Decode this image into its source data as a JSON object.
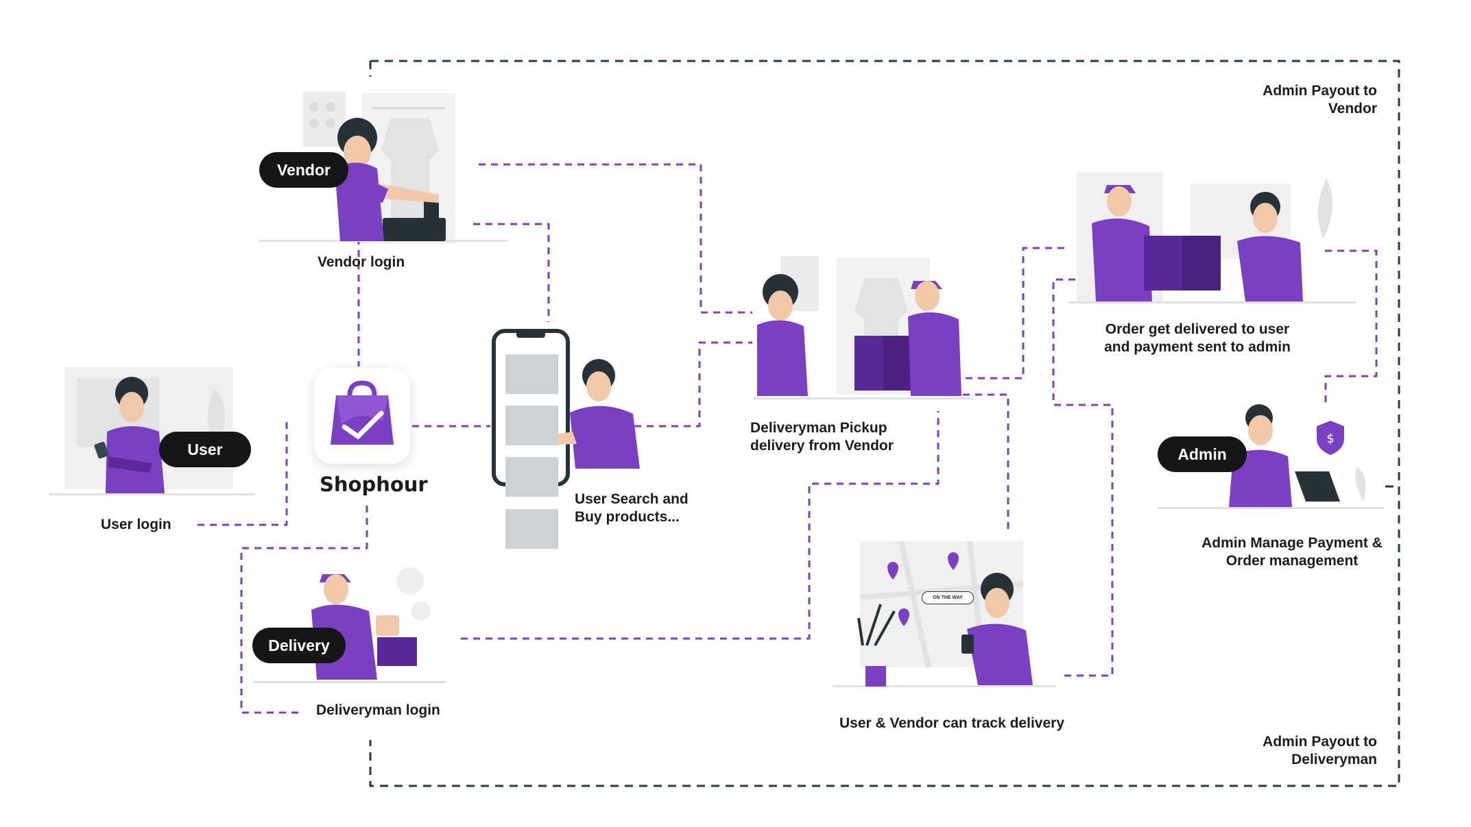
{
  "app": {
    "name": "Shophour"
  },
  "badges": {
    "vendor": "Vendor",
    "user": "User",
    "delivery": "Delivery",
    "admin": "Admin"
  },
  "steps": {
    "vendor_login": "Vendor login",
    "user_login": "User login",
    "delivery_login": "Deliveryman login",
    "user_search": [
      "User Search and",
      "Buy products..."
    ],
    "pickup": [
      "Deliveryman Pickup",
      "delivery from Vendor"
    ],
    "track": "User & Vendor can track delivery",
    "delivered": [
      "Order get delivered to user",
      "and payment sent to admin"
    ],
    "admin_manage": [
      "Admin Manage Payment &",
      "Order management"
    ],
    "payout_vendor": [
      "Admin Payout to",
      "Vendor"
    ],
    "payout_delivery": [
      "Admin Payout to",
      "Deliveryman"
    ],
    "map_badge": "ON THE WAY"
  },
  "colors": {
    "accent": "#7b3fc2",
    "accent_dark": "#5a2a99",
    "dark_line": "#2a3a44",
    "badge": "#161616"
  },
  "icons": [
    "shopping-bag-icon",
    "shield-dollar-icon",
    "location-pin-icon",
    "laptop-icon",
    "phone-icon"
  ]
}
